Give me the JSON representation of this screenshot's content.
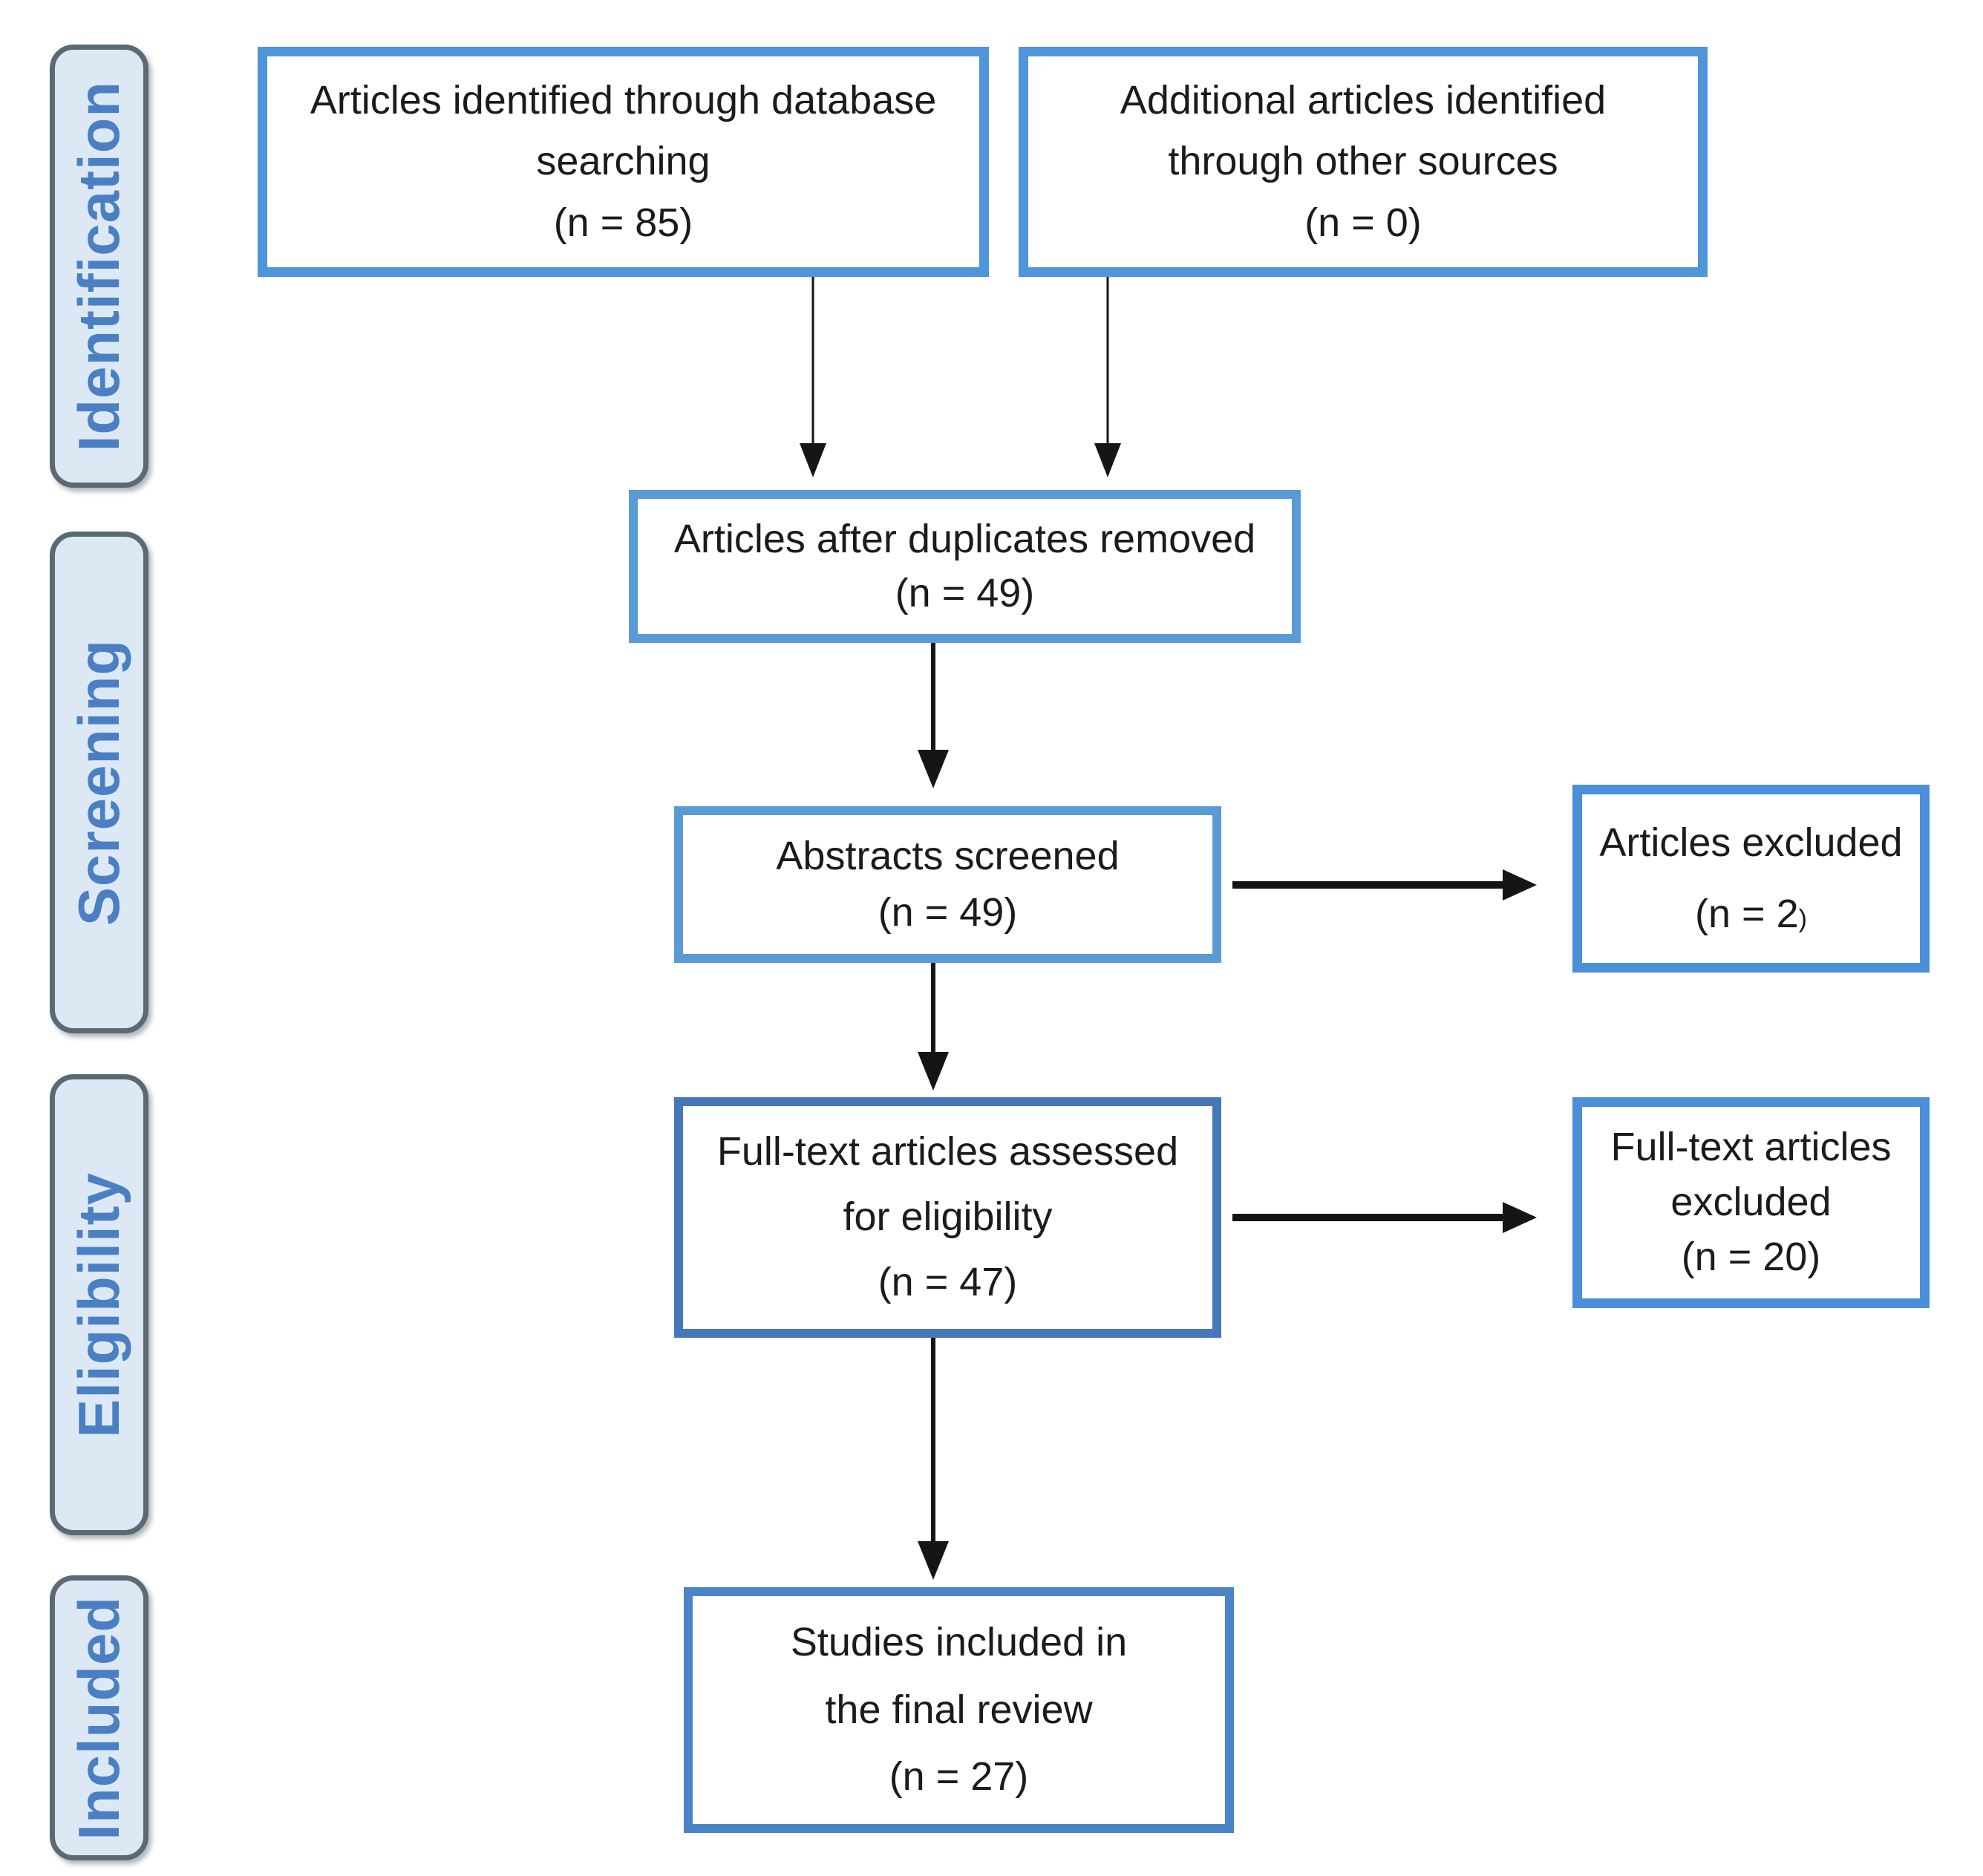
{
  "colors": {
    "background": "#ffffff",
    "box_border_blue": "#4e95d9",
    "box_border_light": "#5b9bd5",
    "box_border_mid": "#4a8fd8",
    "box_border_steel": "#4577bb",
    "box_border_steel_light": "#4a84c6",
    "tab_fill": "#dce9f5",
    "tab_border": "#5a6a74",
    "tab_text": "#4a7fc3",
    "box_text": "#1b1b1b",
    "arrow_color": "#151515"
  },
  "sidebar_stages": [
    "Identification",
    "Screening",
    "Eligibility",
    "Included"
  ],
  "boxes": [
    {
      "id": "identified",
      "lines": [
        "Articles identified through database",
        "searching"
      ],
      "count_label": "(n = 85)",
      "n": 85
    },
    {
      "id": "additional",
      "lines": [
        "Additional articles identified",
        "through other sources"
      ],
      "count_label": "(n = 0)",
      "n": 0
    },
    {
      "id": "duplicates",
      "lines": [
        "Articles after duplicates removed"
      ],
      "count_label": "(n = 49)",
      "n": 49
    },
    {
      "id": "screened",
      "lines": [
        "Abstracts screened"
      ],
      "count_label": "(n = 49)",
      "n": 49
    },
    {
      "id": "articles-excluded",
      "lines": [
        "Articles excluded"
      ],
      "count_label": "(n = 2",
      "count_suffix_small": ")",
      "n": 2
    },
    {
      "id": "fulltext-assessed",
      "lines": [
        "Full-text articles assessed",
        "for eligibility"
      ],
      "count_label": "(n = 47)",
      "n": 47
    },
    {
      "id": "fulltext-excluded",
      "lines": [
        "Full-text articles",
        "excluded"
      ],
      "count_label": "(n = 20)",
      "n": 20
    },
    {
      "id": "included-final",
      "lines": [
        "Studies included in",
        "the final review"
      ],
      "count_label": "(n = 27)",
      "n": 27
    }
  ],
  "edges": [
    {
      "from": "identified",
      "to": "duplicates"
    },
    {
      "from": "additional",
      "to": "duplicates"
    },
    {
      "from": "duplicates",
      "to": "screened"
    },
    {
      "from": "screened",
      "to": "articles-excluded"
    },
    {
      "from": "screened",
      "to": "fulltext-assessed"
    },
    {
      "from": "fulltext-assessed",
      "to": "fulltext-excluded"
    },
    {
      "from": "fulltext-assessed",
      "to": "included-final"
    }
  ]
}
